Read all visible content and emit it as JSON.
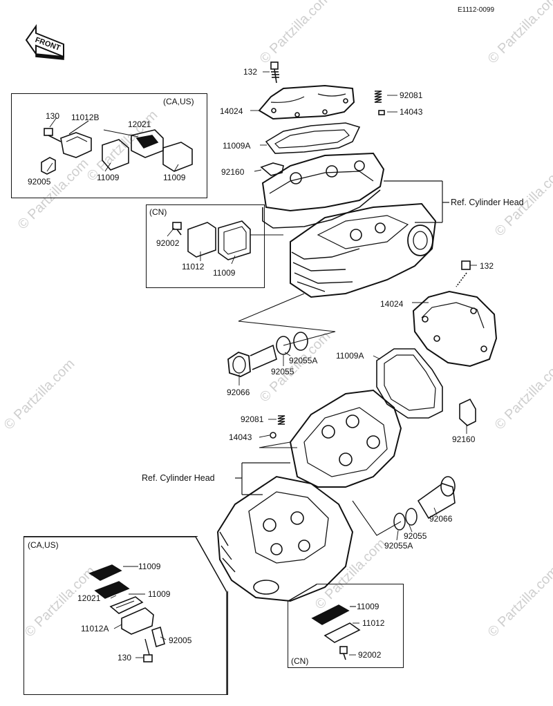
{
  "diagram_code": "E1112-0099",
  "front_label": "FRONT",
  "watermark": "© Partzilla.com",
  "boxes": {
    "ca_us_top": "(CA,US)",
    "cn_top": "(CN)",
    "ca_us_bottom": "(CA,US)",
    "cn_bottom": "(CN)"
  },
  "refs": {
    "cylinder_head_top": "Ref. Cylinder Head",
    "cylinder_head_bottom": "Ref. Cylinder Head"
  },
  "parts": {
    "p132_top": "132",
    "p92081_top": "92081",
    "p14024_top": "14024",
    "p14043_top": "14043",
    "p11009a_top": "11009A",
    "p92160_top": "92160",
    "p130_a": "130",
    "p11012b": "11012B",
    "p12021_a": "12021",
    "p92005_a": "92005",
    "p11009_a1": "11009",
    "p11009_a2": "11009",
    "p92002_a": "92002",
    "p11012_a": "11012",
    "p11009_cn1": "11009",
    "p132_mid": "132",
    "p14024_mid": "14024",
    "p11009a_mid": "11009A",
    "p92055a_mid": "92055A",
    "p92055_mid": "92055",
    "p92066_mid": "92066",
    "p92160_mid": "92160",
    "p92081_mid": "92081",
    "p14043_mid": "14043",
    "p92066_low": "92066",
    "p92055_low": "92055",
    "p92055a_low": "92055A",
    "p11009_b1": "11009",
    "p12021_b": "12021",
    "p11009_b2": "11009",
    "p11012a_b": "11012A",
    "p92005_b": "92005",
    "p130_b": "130",
    "p11009_cn2": "11009",
    "p11012_cn2": "11012",
    "p92002_cn2": "92002"
  }
}
